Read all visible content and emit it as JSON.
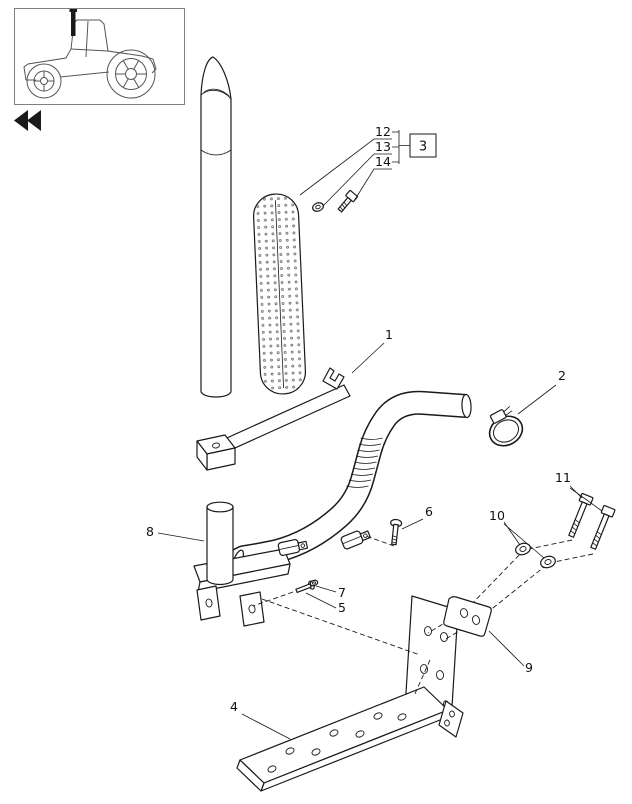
{
  "figure": {
    "type": "exploded-parts-diagram",
    "subject": "exhaust-muffler-and-mounting-bracket-assembly",
    "ink_color": "#1a1a1a",
    "background": "#ffffff"
  },
  "thumbnail": {
    "icon": "tractor-side-view-icon"
  },
  "marker": {
    "icon": "double-chevron-icon"
  },
  "ref_box": {
    "label": "3"
  },
  "callouts": {
    "c1": "1",
    "c2": "2",
    "c4": "4",
    "c5": "5",
    "c6": "6",
    "c7": "7",
    "c8": "8",
    "c9": "9",
    "c10": "10",
    "c11": "11",
    "c12": "12",
    "c13": "13",
    "c14": "14"
  }
}
